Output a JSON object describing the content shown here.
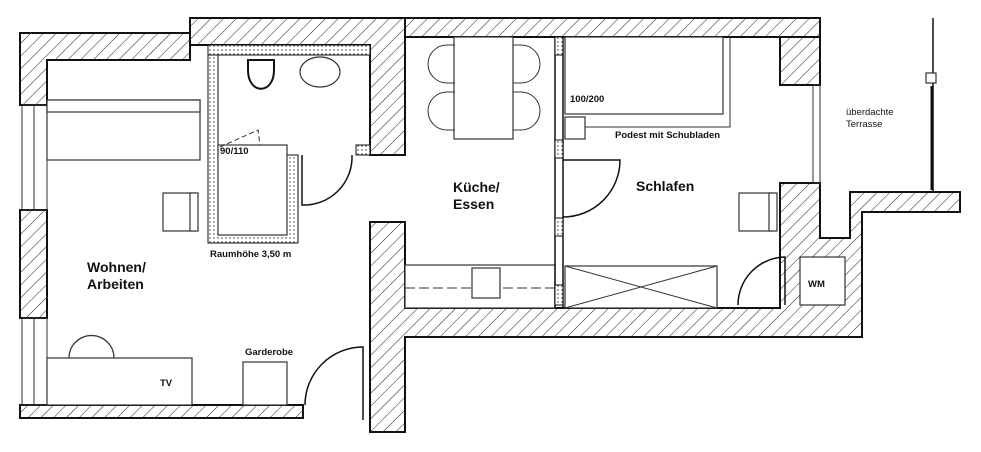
{
  "rooms": {
    "wohnen_line1": "Wohnen/",
    "wohnen_line2": "Arbeiten",
    "kueche_line1": "Küche/",
    "kueche_line2": "Essen",
    "schlafen": "Schlafen",
    "terrasse_line1": "überdachte",
    "terrasse_line2": "Terrasse"
  },
  "labels": {
    "shower_size": "90/110",
    "room_height": "Raumhöhe 3,50 m",
    "bed_size": "100/200",
    "podest": "Podest mit Schubladen",
    "wm": "WM",
    "tv": "TV",
    "garderobe": "Garderobe"
  }
}
